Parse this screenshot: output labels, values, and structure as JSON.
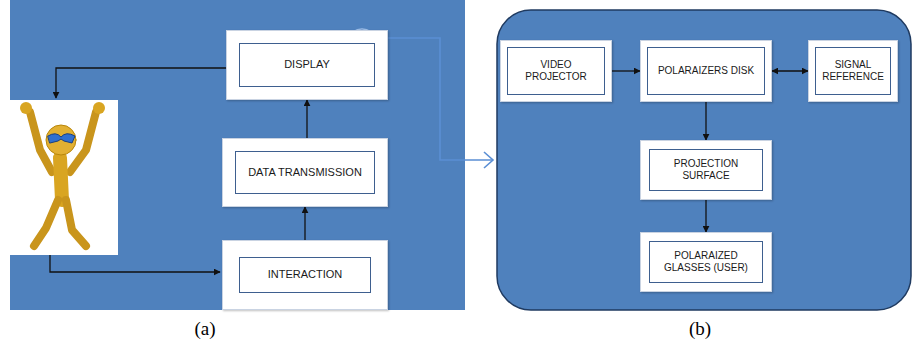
{
  "diagram": {
    "nodes": [
      {
        "text": [
          "DISPLAY"
        ]
      },
      {
        "text": [
          "DATA TRANSMISSION"
        ]
      },
      {
        "text": [
          "INTERACTION"
        ]
      },
      {
        "text": [
          "VIDEO PROJECTOR"
        ]
      },
      {
        "text": [
          "POLARAIZERS DISK"
        ]
      },
      {
        "text": [
          "SIGNAL REFERENCE"
        ]
      },
      {
        "text": [
          "PROJECTION SURFACE"
        ]
      },
      {
        "text": [
          "POLARAIZED GLASSES (USER)"
        ]
      }
    ],
    "edges": [
      {
        "from": 2,
        "to": 1,
        "arrow": "to"
      },
      {
        "from": 1,
        "to": 0,
        "arrow": "to"
      },
      {
        "from": 3,
        "to": 4,
        "arrow": "to"
      },
      {
        "from": 4,
        "to": 5,
        "arrow": "both"
      },
      {
        "from": 4,
        "to": 6,
        "arrow": "to"
      },
      {
        "from": 6,
        "to": 7,
        "arrow": "to"
      }
    ],
    "labels": [
      "(a)",
      "(b)"
    ]
  }
}
